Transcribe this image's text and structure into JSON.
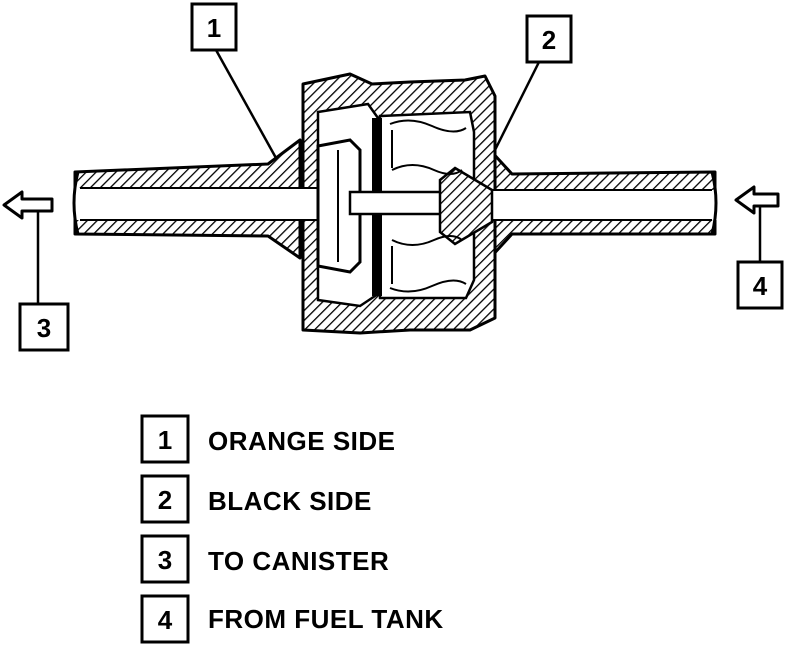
{
  "callouts": [
    {
      "id": "1",
      "label": "1"
    },
    {
      "id": "2",
      "label": "2"
    },
    {
      "id": "3",
      "label": "3"
    },
    {
      "id": "4",
      "label": "4"
    }
  ],
  "legend": [
    {
      "number": "1",
      "text": "ORANGE SIDE"
    },
    {
      "number": "2",
      "text": "BLACK SIDE"
    },
    {
      "number": "3",
      "text": "TO CANISTER"
    },
    {
      "number": "4",
      "text": "FROM FUEL TANK"
    }
  ]
}
